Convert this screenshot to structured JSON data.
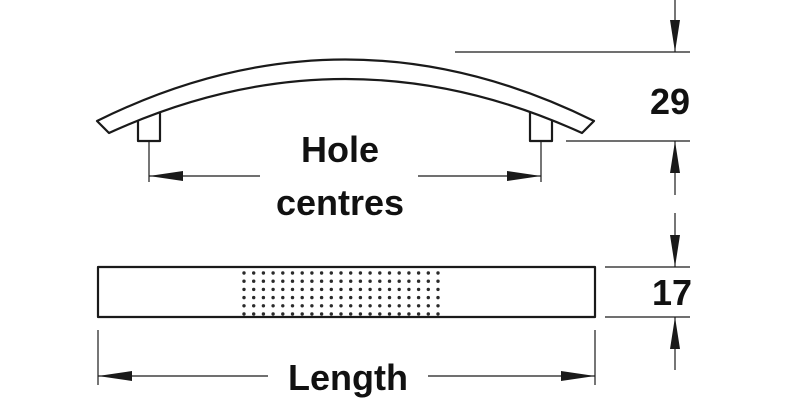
{
  "diagram": {
    "labels": {
      "hole_centres_line1": "Hole",
      "hole_centres_line2": "centres",
      "height_value": "29",
      "depth_value": "17",
      "length": "Length"
    },
    "colors": {
      "stroke": "#1a1a1a",
      "background": "#ffffff"
    }
  }
}
